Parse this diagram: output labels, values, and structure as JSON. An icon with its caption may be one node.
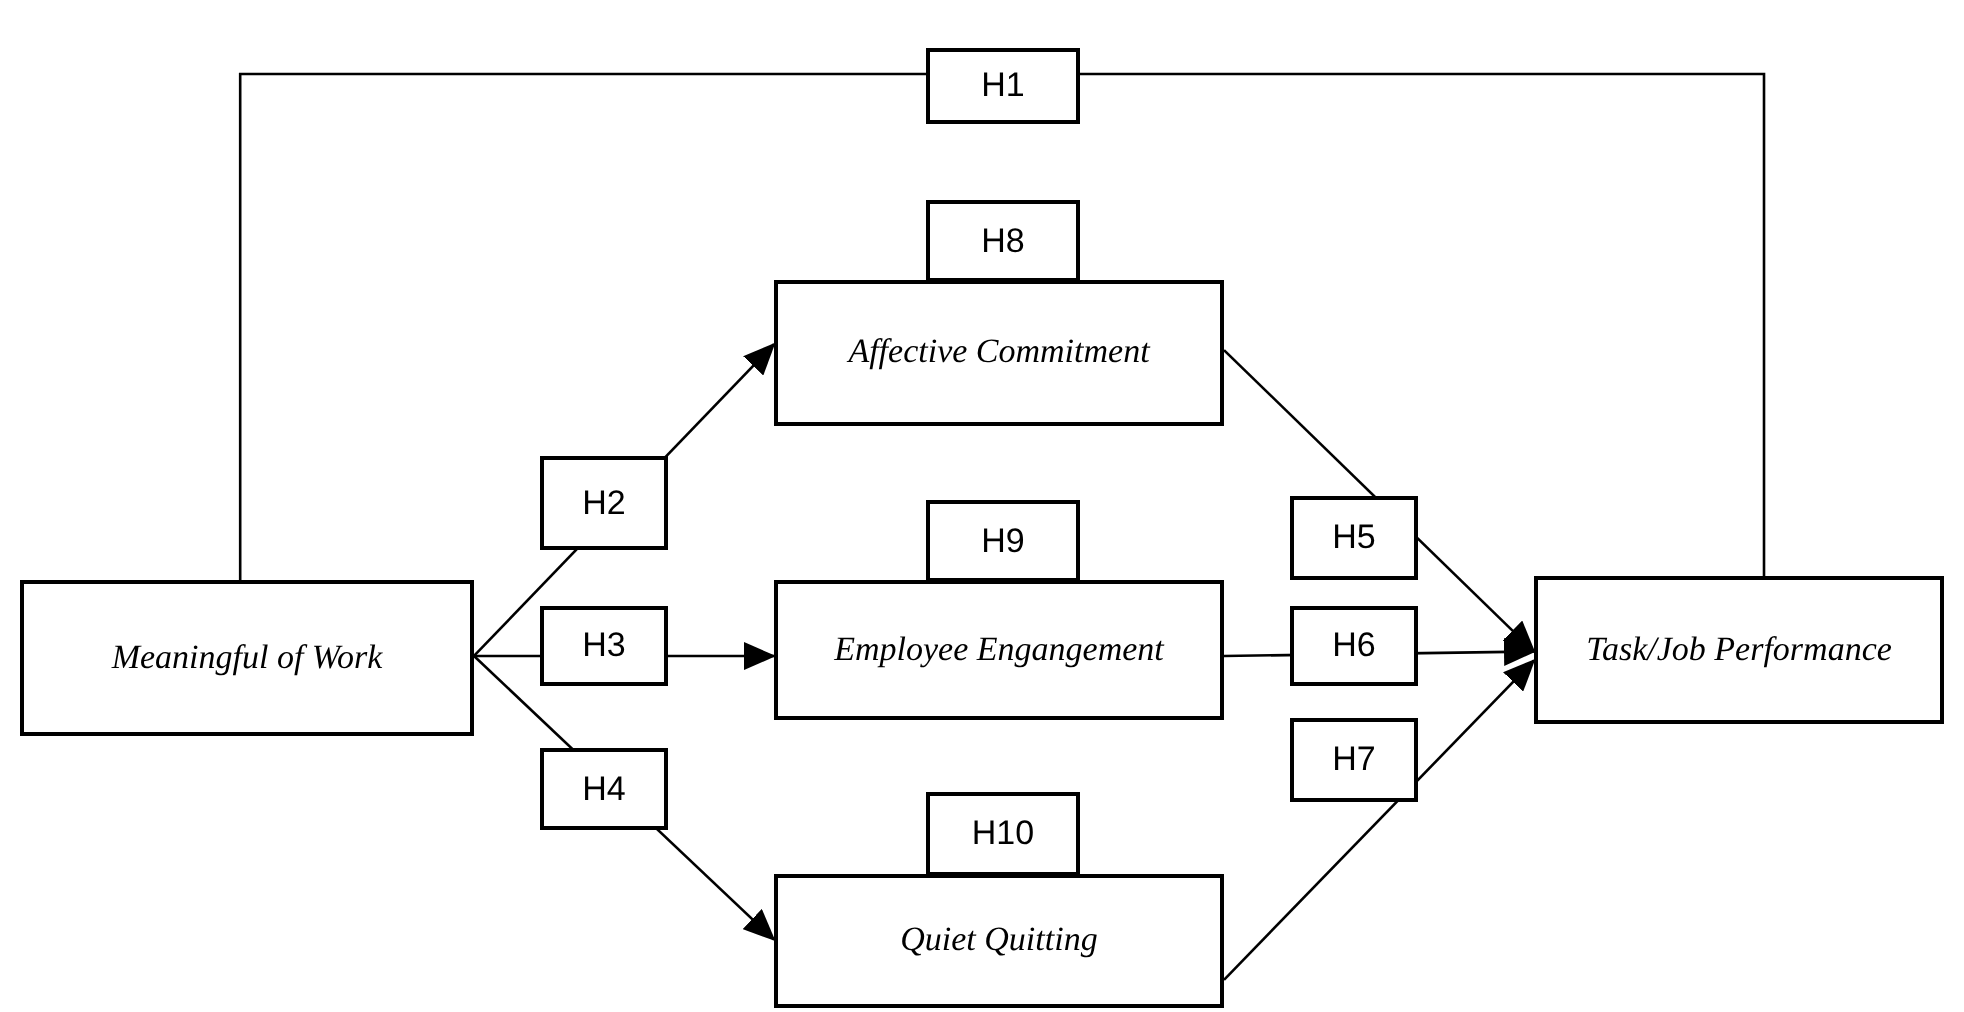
{
  "diagram": {
    "nodes": [
      {
        "text": [
          "Meaningful of Work"
        ]
      },
      {
        "text": [
          "Affective Commitment"
        ],
        "beside": [
          "H8"
        ]
      },
      {
        "text": [
          "Employee Engangement"
        ],
        "beside": [
          "H9"
        ]
      },
      {
        "text": [
          "Quiet Quitting"
        ],
        "beside": [
          "H10"
        ]
      },
      {
        "text": [
          "Task/Job Performance"
        ]
      }
    ],
    "edges": [
      {
        "from": 0,
        "to": 4,
        "arrow": "none",
        "label": "H1"
      },
      {
        "from": 0,
        "to": 1,
        "arrow": "to",
        "label": "H2"
      },
      {
        "from": 0,
        "to": 2,
        "arrow": "to",
        "label": "H3"
      },
      {
        "from": 0,
        "to": 3,
        "arrow": "to",
        "label": "H4"
      },
      {
        "from": 1,
        "to": 4,
        "arrow": "to",
        "label": "H5"
      },
      {
        "from": 2,
        "to": 4,
        "arrow": "to",
        "label": "H6"
      },
      {
        "from": 3,
        "to": 4,
        "arrow": "to",
        "label": "H7"
      }
    ]
  }
}
